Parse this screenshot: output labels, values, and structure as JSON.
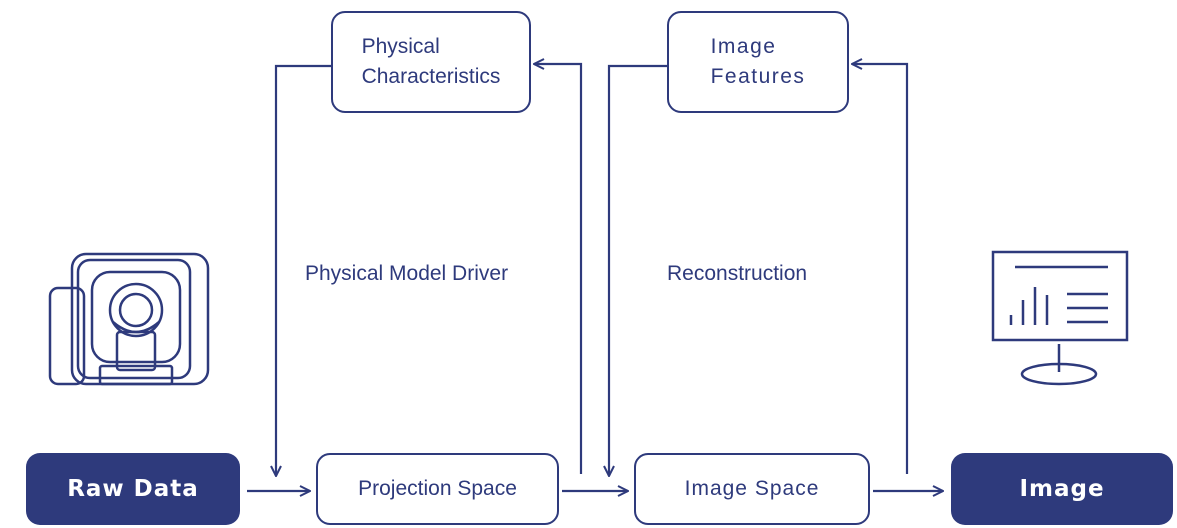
{
  "nodes": {
    "raw_data": "Raw Data",
    "projection_space": "Projection Space",
    "image_space": "Image Space",
    "image": "Image",
    "physical_characteristics": [
      "Physical",
      "Characteristics"
    ],
    "image_features": [
      "Image",
      "Features"
    ]
  },
  "edge_labels": {
    "physical_model_driver": "Physical Model Driver",
    "reconstruction": "Reconstruction"
  },
  "icons": [
    "scanner-icon",
    "monitor-chart-icon"
  ],
  "colors": {
    "primary": "#2e3a7c",
    "background": "#ffffff"
  }
}
